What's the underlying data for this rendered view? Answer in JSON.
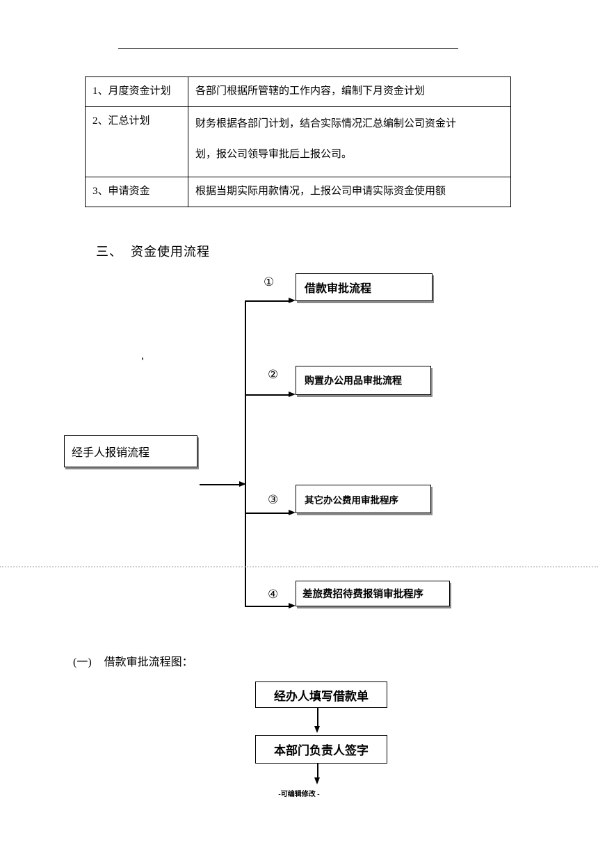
{
  "table": {
    "rows": [
      {
        "label": "1、月度资金计划",
        "content": "各部门根据所管辖的工作内容，编制下月资金计划"
      },
      {
        "label": "2、汇总计划",
        "content": "财务根据各部门计划，结合实际情况汇总编制公司资金计\n划，报公司领导审批后上报公司。"
      },
      {
        "label": "3、申请资金",
        "content": "根据当期实际用款情况，上报公司申请实际资金使用额"
      }
    ]
  },
  "section": {
    "number": "三、",
    "title": "资金使用流程"
  },
  "flowchart": {
    "source_label": "经手人报销流程",
    "stray_mark": "'",
    "branches": [
      {
        "num": "①",
        "label": "借款审批流程"
      },
      {
        "num": "②",
        "label": "购置办公用品审批流程"
      },
      {
        "num": "③",
        "label": "其它办公费用审批程序"
      },
      {
        "num": "④",
        "label": "差旅费招待费报销审批程序"
      }
    ]
  },
  "subsection": {
    "number": "(一)",
    "title": "借款审批流程图："
  },
  "approval_flow": {
    "steps": [
      "经办人填写借款单",
      "本部门负责人签字"
    ]
  },
  "footer": {
    "text": "-可编辑修改 -"
  },
  "colors": {
    "border": "#000000",
    "box_shadow": "#8a8a8a",
    "page_break_dots": "#cfcfcf"
  }
}
